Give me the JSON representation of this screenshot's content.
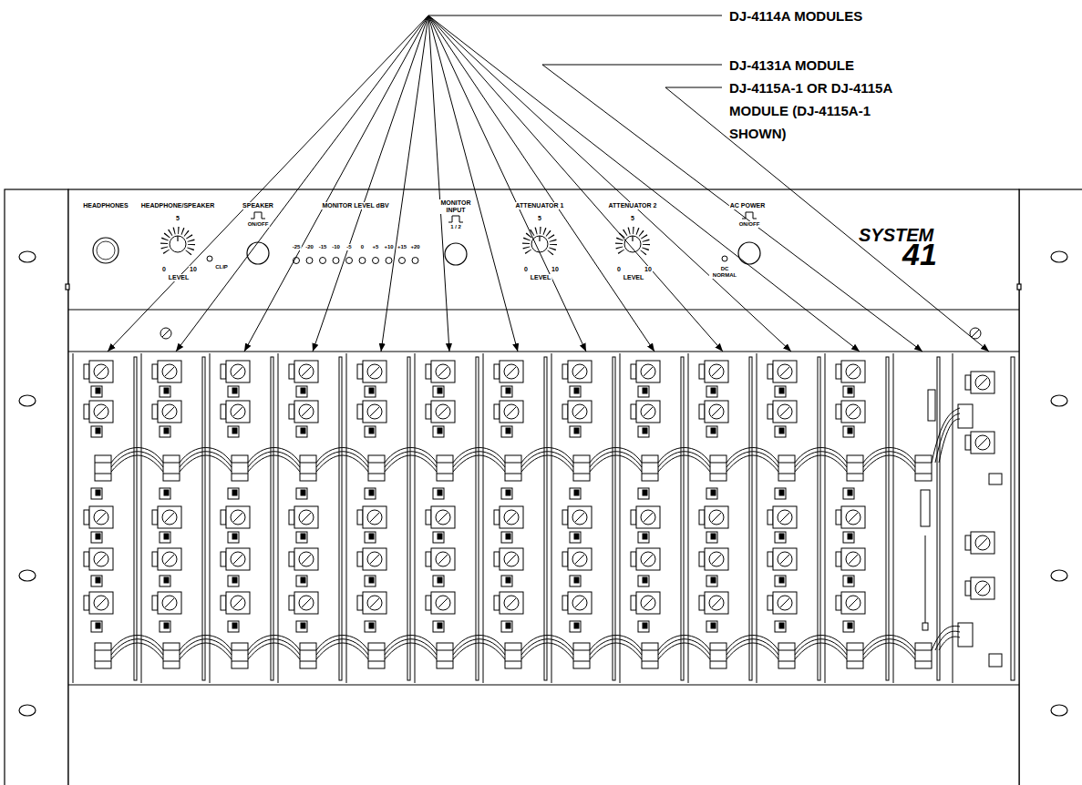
{
  "diagram": {
    "labels": [
      "DJ-4114A MODULES",
      "DJ-4131A MODULE",
      "DJ-4115A-1 OR DJ-4115A MODULE (DJ-4115A-1 SHOWN)",
      "HEADPHONES",
      "HEADPHONE/SPEAKER",
      "5",
      "0",
      "10",
      "LEVEL",
      "CLIP",
      "SPEAKER",
      "ON/OFF",
      "MONITOR LEVEL dBV",
      "-25",
      "-20",
      "-15",
      "-10",
      "-5",
      "0",
      "+5",
      "+10",
      "+15",
      "+20",
      "MONITOR INPUT",
      "1 / 2",
      "ATTENUATOR 1",
      "5",
      "0",
      "10",
      "LEVEL",
      "ATTENUATOR 2",
      "5",
      "0",
      "10",
      "LEVEL",
      "AC POWER",
      "ON/OFF",
      "DC NORMAL",
      "SYSTEM",
      "41"
    ]
  }
}
